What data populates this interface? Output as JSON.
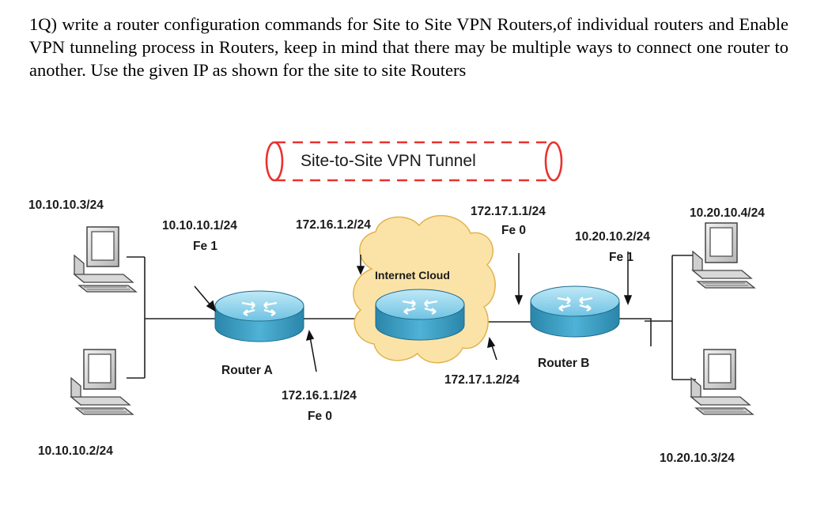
{
  "question": {
    "text": "1Q) write a router configuration commands for Site to Site VPN Routers,of individual routers and Enable VPN tunneling process in Routers, keep in mind that there may be multiple ways to connect one router to another. Use the given IP as shown for the site to site Routers"
  },
  "diagram": {
    "tunnel_label": "Site-to-Site VPN Tunnel",
    "cloud_label": "Internet Cloud",
    "router_a": {
      "name": "Router A",
      "fe1_ip": "10.10.10.1/24",
      "fe1_port": "Fe 1",
      "fe0_ip": "172.16.1.1/24",
      "fe0_port": "Fe 0"
    },
    "router_b": {
      "name": "Router B",
      "fe0_ip": "172.17.1.1/24",
      "fe0_port": "Fe 0",
      "fe1_ip": "10.20.10.2/24",
      "fe1_port": "Fe 1"
    },
    "cloud_router": {
      "left_ip": "172.16.1.2/24",
      "right_ip": "172.17.1.2/24"
    },
    "hosts": {
      "a_top": "10.10.10.3/24",
      "a_bottom": "10.10.10.2/24",
      "b_top": "10.20.10.4/24",
      "b_bottom": "10.20.10.3/24"
    },
    "colors": {
      "router_blue": "#3a9ec0",
      "router_top": "#8fd2ec",
      "cloud": "#fbe3a8",
      "tunnel_dash": "#e8322e"
    }
  }
}
